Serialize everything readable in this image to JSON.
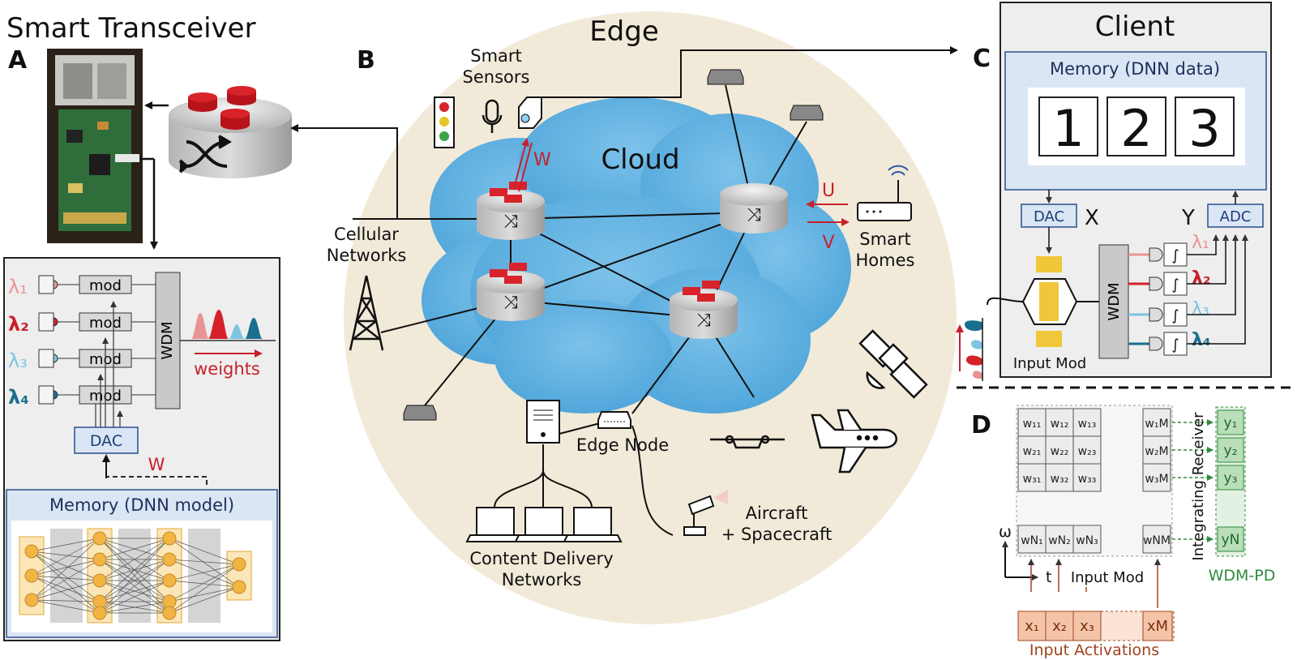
{
  "panels": {
    "a": "A",
    "b": "B",
    "c": "C",
    "d": "D"
  },
  "panel_a": {
    "title": "Smart Transceiver",
    "mod_label": "mod",
    "lambdas": [
      "λ₁",
      "λ₂",
      "λ₃",
      "λ₄"
    ],
    "wdm": "WDM",
    "weights": "weights",
    "dac": "DAC",
    "w": "W",
    "memory": "Memory (DNN model)"
  },
  "panel_b": {
    "title": "Edge",
    "cloud": "Cloud",
    "smart_sensors": [
      "Smart",
      "Sensors"
    ],
    "w": "W",
    "u": "U",
    "v": "V",
    "smart_homes": [
      "Smart",
      "Homes"
    ],
    "cellular": [
      "Cellular",
      "Networks"
    ],
    "edge_node": "Edge Node",
    "cdn": [
      "Content Delivery",
      "Networks"
    ],
    "aircraft": [
      "Aircraft",
      "+ Spacecraft"
    ]
  },
  "panel_c": {
    "title": "Client",
    "memory": "Memory (DNN data)",
    "digits": [
      "1",
      "2",
      "3"
    ],
    "dac": "DAC",
    "x": "X",
    "y": "Y",
    "adc": "ADC",
    "wdm": "WDM",
    "input_mod": "Input Mod",
    "lambdas": [
      "λ₁",
      "λ₂",
      "λ₃",
      "λ₄"
    ]
  },
  "panel_d": {
    "weights_rows": [
      [
        "w₁₁",
        "w₁₂",
        "w₁₃",
        "w₁M"
      ],
      [
        "w₂₁",
        "w₂₂",
        "w₂₃",
        "w₂M"
      ],
      [
        "w₃₁",
        "w₃₂",
        "w₃₃",
        "w₃M"
      ],
      [
        "wN₁",
        "wN₂",
        "wN₃",
        "wNM"
      ]
    ],
    "outputs": [
      "y₁",
      "y₂",
      "y₃",
      "yN"
    ],
    "inputs": [
      "x₁",
      "x₂",
      "x₃",
      "xM"
    ],
    "omega": "ω",
    "t": "t",
    "input_mod": "Input Mod",
    "integrating_receiver": "Integrating Receiver",
    "wdm_pd": "WDM-PD",
    "input_activations": "Input Activations"
  },
  "colors": {
    "red": "#c8202a",
    "lambda1": "#e99494",
    "lambda2": "#d6202a",
    "lambda3": "#7fc4e0",
    "lambda4": "#1b6f8e",
    "cloud": "#5fb0e2",
    "edge_bg": "#f2ead9",
    "memory_blue": "#d8e6f6",
    "green": "#2e8b3a",
    "brown": "#a0421c"
  }
}
